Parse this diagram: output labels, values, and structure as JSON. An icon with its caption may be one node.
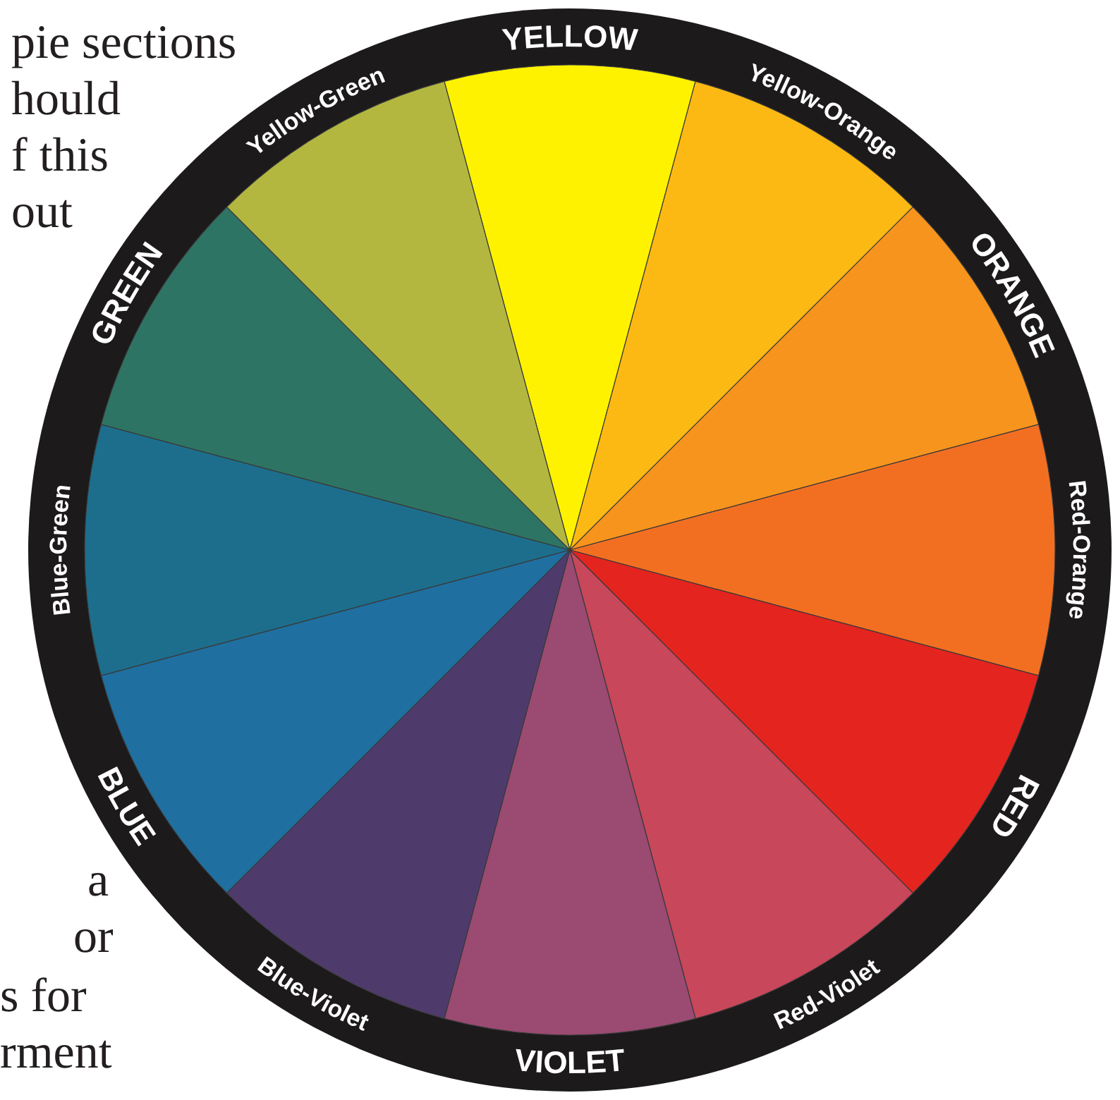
{
  "diagram": {
    "labels": [
      "pie sections",
      "hould",
      "f this",
      "out",
      "a",
      "or",
      "s for",
      "rment",
      "YELLOW",
      "Yellow-Orange",
      "ORANGE",
      "Red-Orange",
      "RED",
      "Red-Violet",
      "VIOLET",
      "Blue-Violet",
      "BLUE",
      "Blue-Green",
      "GREEN",
      "Yellow-Green"
    ]
  }
}
